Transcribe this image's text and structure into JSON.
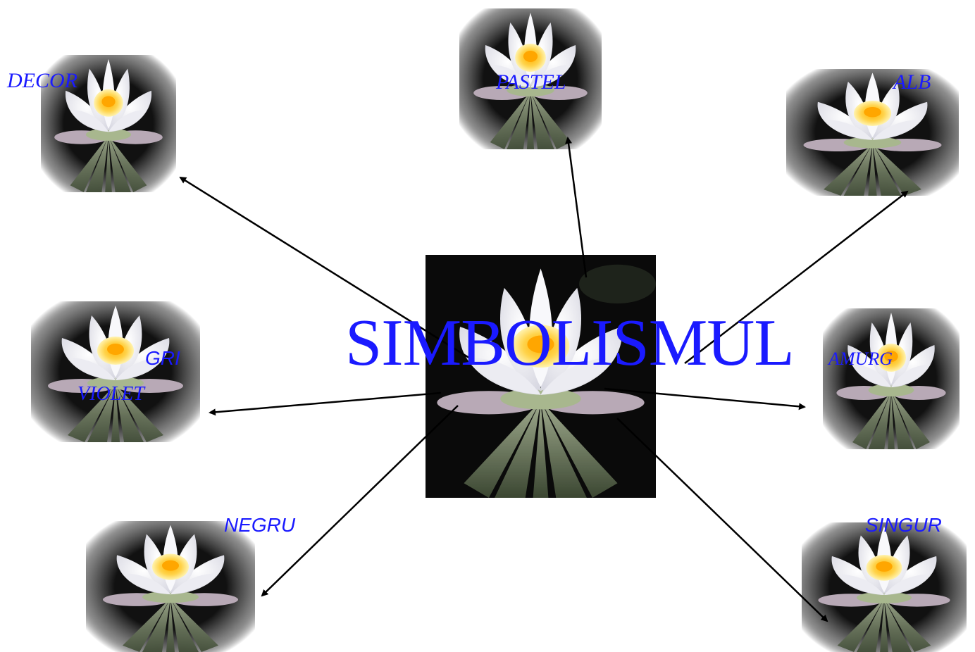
{
  "title": "SIMBOLISMUL",
  "colors": {
    "label": "#1a1aff",
    "arrow": "#000000",
    "tile_bg": "#0a0a0a"
  },
  "center_image": "lotus-flower-image",
  "nodes": [
    {
      "id": "decor",
      "label": "DECOR",
      "image": "lotus-flower-image"
    },
    {
      "id": "pastel",
      "label": "PASTEL",
      "image": "lotus-flower-image"
    },
    {
      "id": "alb",
      "label": "ALB",
      "image": "lotus-flower-image"
    },
    {
      "id": "gri",
      "label": "GRI",
      "image": "lotus-flower-image"
    },
    {
      "id": "violet",
      "label": "VIOLET",
      "image": "lotus-flower-image"
    },
    {
      "id": "amurg",
      "label": "AMURG",
      "image": "lotus-flower-image"
    },
    {
      "id": "negru",
      "label": "NEGRU",
      "image": "lotus-flower-image"
    },
    {
      "id": "singur",
      "label": "SINGUR",
      "image": "lotus-flower-image"
    }
  ]
}
